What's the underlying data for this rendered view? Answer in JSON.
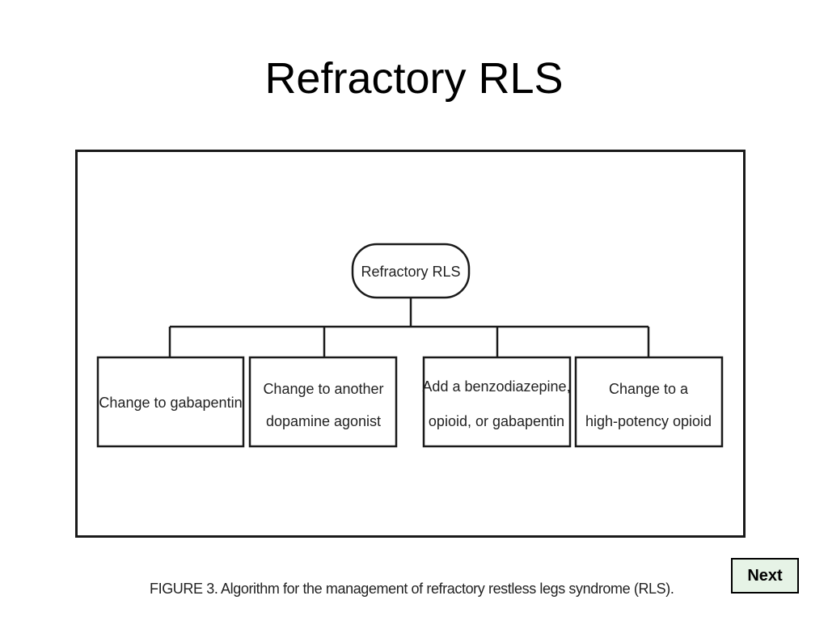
{
  "slide": {
    "title": "Refractory RLS"
  },
  "diagram": {
    "root_label": "Refractory RLS",
    "options": [
      {
        "lines": [
          "Change to gabapentin"
        ]
      },
      {
        "lines": [
          "Change to another",
          "dopamine agonist"
        ]
      },
      {
        "lines": [
          "Add a benzodiazepine,",
          "opioid, or gabapentin"
        ]
      },
      {
        "lines": [
          "Change to a",
          "high-potency opioid"
        ]
      }
    ]
  },
  "caption": "FIGURE 3. Algorithm for the management of refractory restless legs syndrome (RLS).",
  "navigation": {
    "next_label": "Next"
  },
  "colors": {
    "background": "#ffffff",
    "next_button_fill": "#e6f3e6",
    "stroke": "#1a1a1a"
  }
}
